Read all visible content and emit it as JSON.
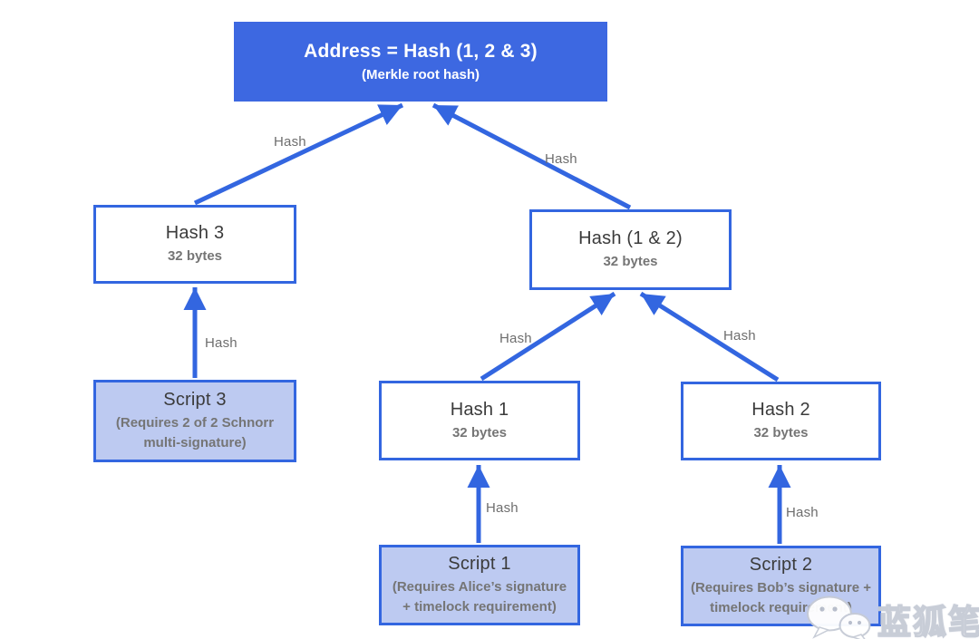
{
  "diagram": {
    "root": {
      "title": "Address = Hash (1, 2 & 3)",
      "subtitle": "(Merkle root hash)"
    },
    "nodes": [
      {
        "title": "Hash 3",
        "subtitle": "32 bytes"
      },
      {
        "title": "Hash (1 & 2)",
        "subtitle": "32 bytes"
      },
      {
        "title": "Hash 1",
        "subtitle": "32 bytes"
      },
      {
        "title": "Hash 2",
        "subtitle": "32 bytes"
      },
      {
        "title": "Script 3",
        "subtitle": "(Requires 2 of 2 Schnorr multi-signature)"
      },
      {
        "title": "Script 1",
        "subtitle": "(Requires Alice’s signature + timelock requirement)"
      },
      {
        "title": "Script 2",
        "subtitle": "(Requires Bob’s signature + timelock requirement)"
      }
    ],
    "edges": [
      {
        "from": "Hash 3",
        "to": "Address",
        "label": "Hash"
      },
      {
        "from": "Hash (1 & 2)",
        "to": "Address",
        "label": "Hash"
      },
      {
        "from": "Script 3",
        "to": "Hash 3",
        "label": "Hash"
      },
      {
        "from": "Hash 1",
        "to": "Hash (1 & 2)",
        "label": "Hash"
      },
      {
        "from": "Hash 2",
        "to": "Hash (1 & 2)",
        "label": "Hash"
      },
      {
        "from": "Script 1",
        "to": "Hash 1",
        "label": "Hash"
      },
      {
        "from": "Script 2",
        "to": "Hash 2",
        "label": "Hash"
      }
    ],
    "colors": {
      "accent_blue": "#3366e0",
      "root_fill": "#3d68e1",
      "script_fill": "#bdcaf1",
      "label_gray": "#6e6e6e"
    }
  },
  "watermark": {
    "text": "蓝狐笔记",
    "icon": "wechat-icon"
  }
}
